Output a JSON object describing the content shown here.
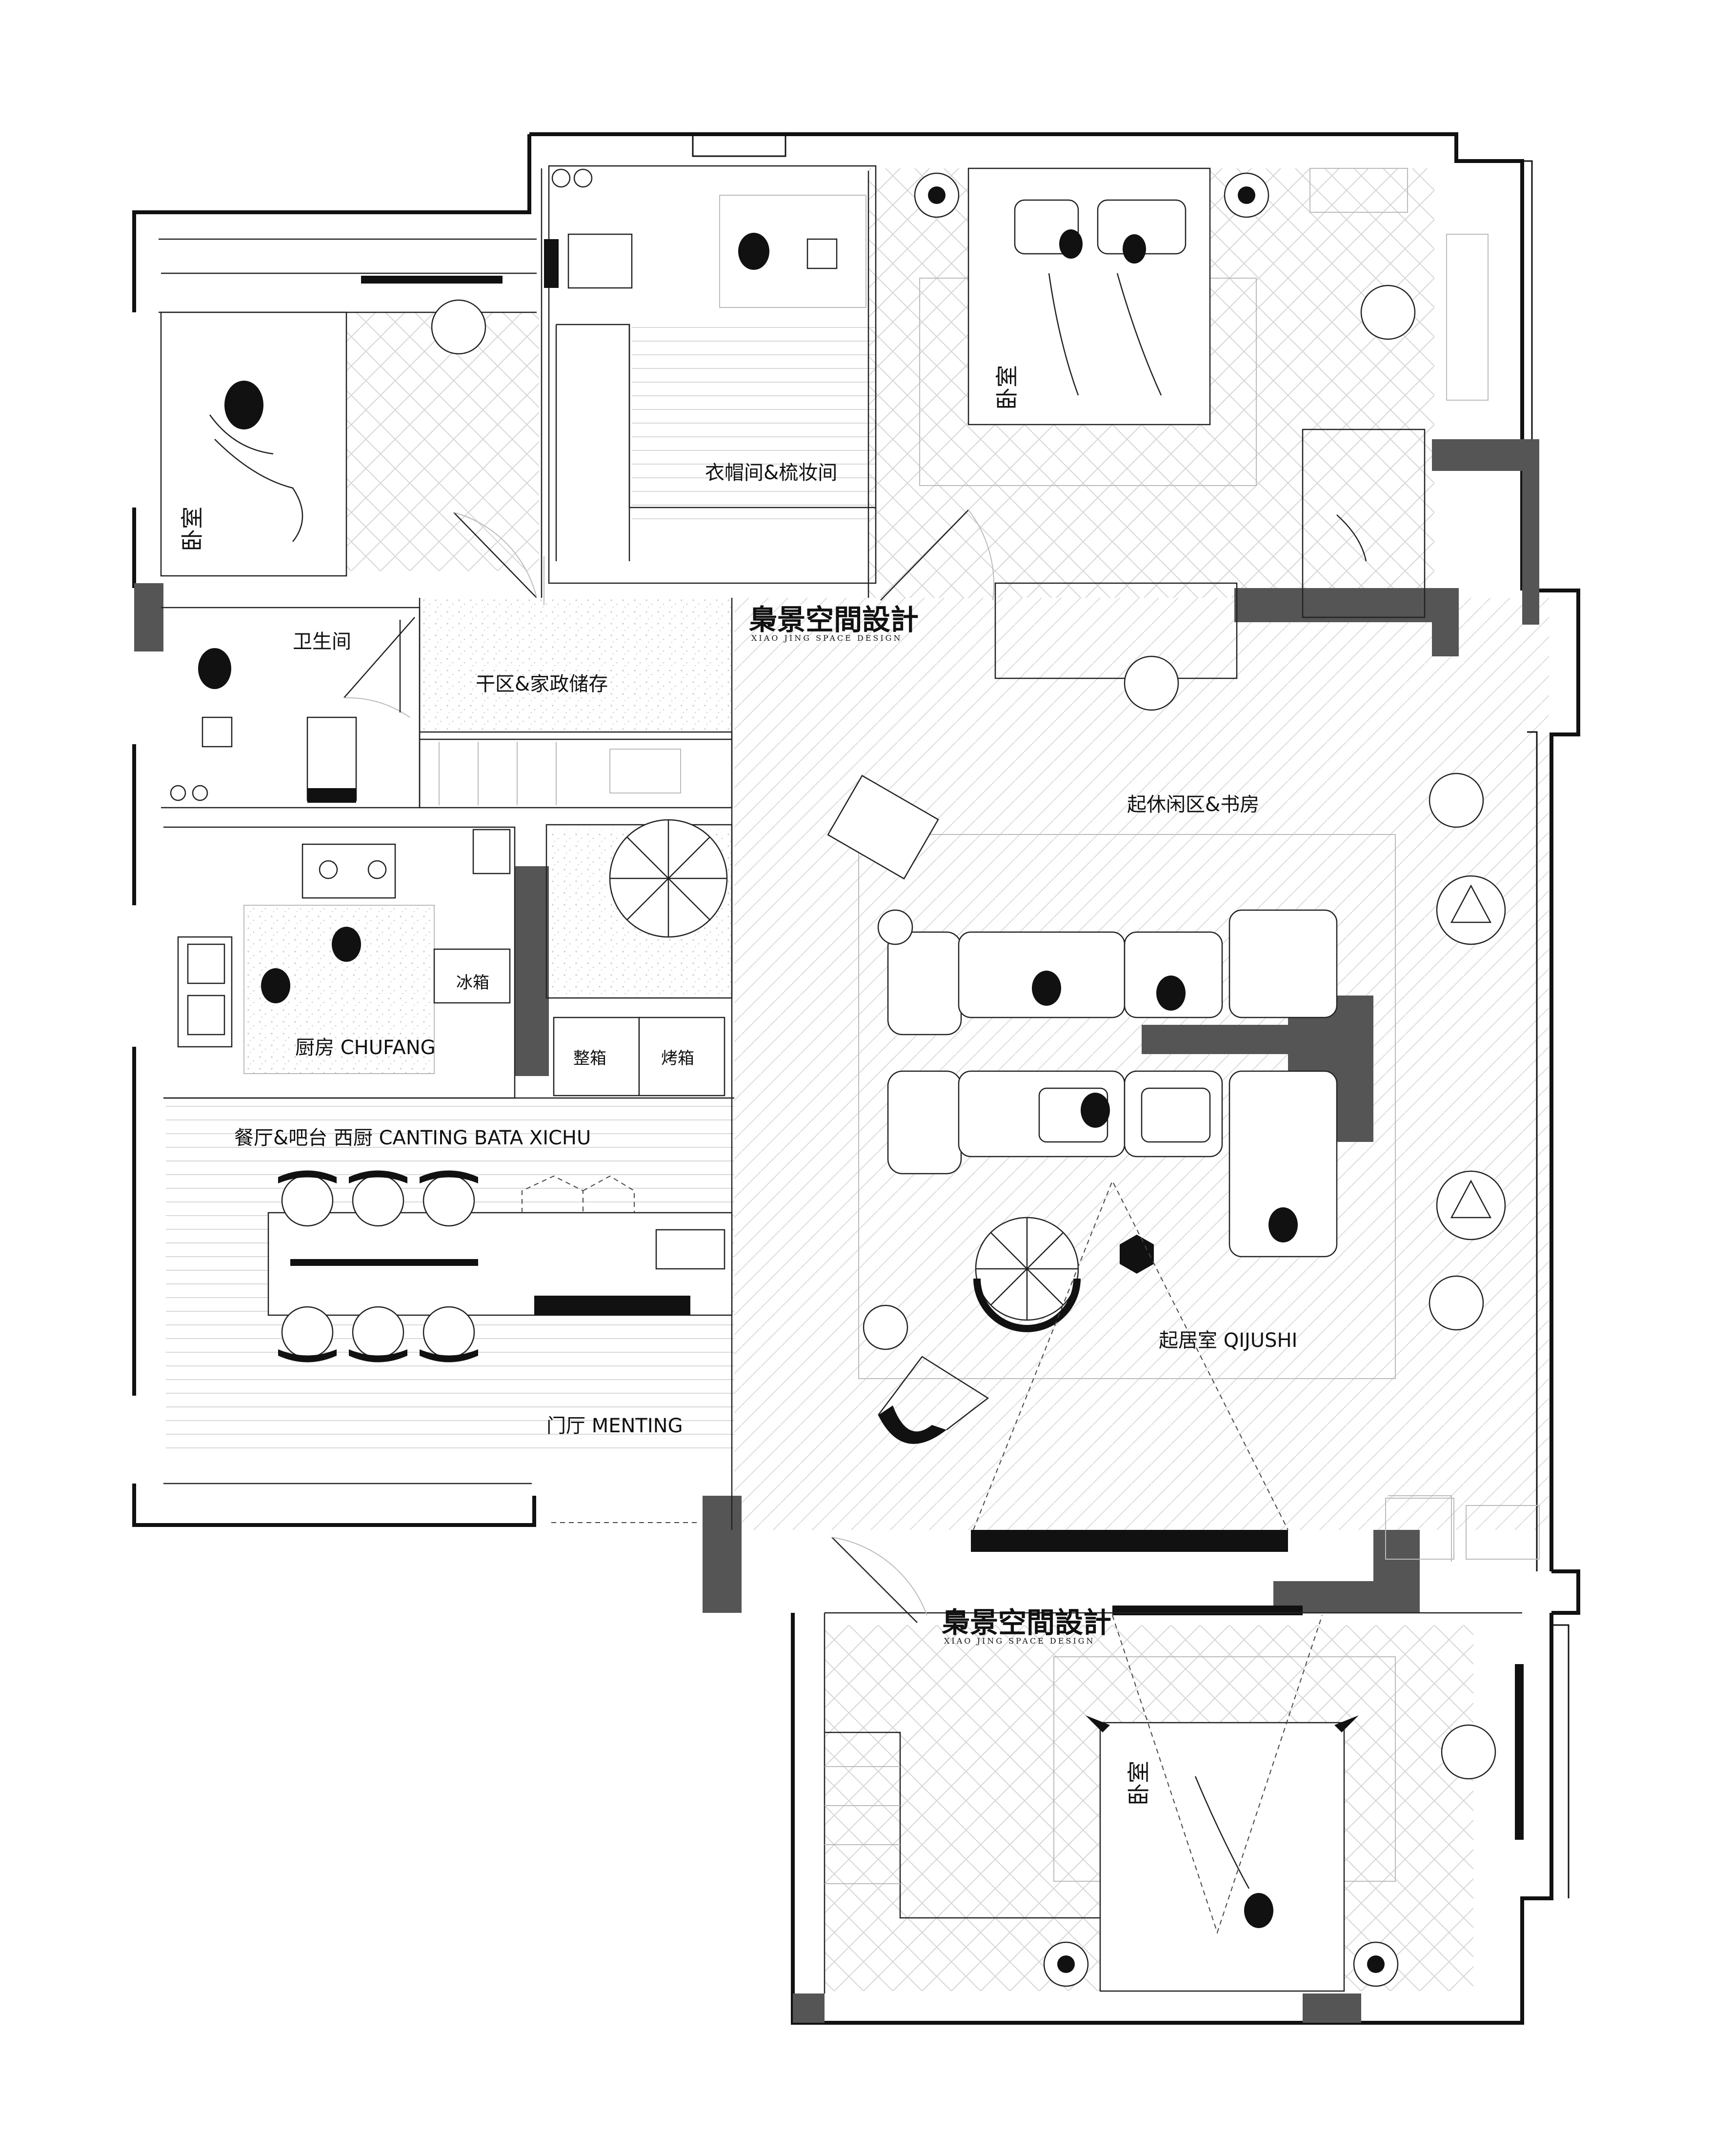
{
  "brand": {
    "name_cn": "梟景空間設計",
    "name_en": "XIAO JING SPACE DESIGN"
  },
  "rooms": {
    "bedroom_top_left": "卧室",
    "bedroom_top_right": "卧室",
    "bedroom_bottom": "卧室",
    "closet": "衣帽间&梳妆间",
    "bathroom": "卫生间",
    "dry_zone": "干区&家政储存",
    "study": "起休闲区&书房",
    "kitchen": "厨房 CHUFANG",
    "fridge": "冰箱",
    "steam_box": "整箱",
    "oven": "烤箱",
    "dining": "餐厅&吧台 西厨 CANTING BATA XICHU",
    "living": "起居室 QIJUSHI",
    "entrance": "门厅 MENTING"
  },
  "colors": {
    "wall": "#111111",
    "pier": "#555555",
    "floor_pattern": "#bbbbbb"
  }
}
